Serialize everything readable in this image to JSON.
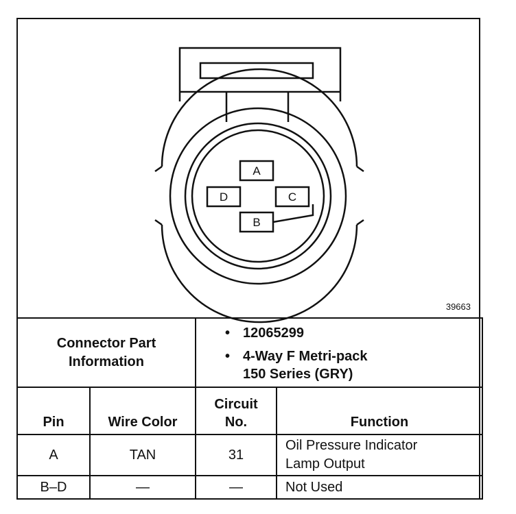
{
  "diagram": {
    "figure_id": "39663",
    "pins": [
      "A",
      "B",
      "C",
      "D"
    ]
  },
  "connector_info": {
    "label": "Connector Part Information",
    "part_number": "12065299",
    "description_line1": "4-Way F Metri-pack",
    "description_line2": "150 Series (GRY)"
  },
  "table": {
    "headers": {
      "pin": "Pin",
      "wire_color": "Wire Color",
      "circuit_line1": "Circuit",
      "circuit_line2": "No.",
      "function": "Function"
    },
    "rows": [
      {
        "pin": "A",
        "wire_color": "TAN",
        "circuit": "31",
        "function_line1": "Oil Pressure Indicator",
        "function_line2": "Lamp Output"
      },
      {
        "pin": "B–D",
        "wire_color": "—",
        "circuit": "—",
        "function_line1": "Not Used"
      }
    ]
  }
}
